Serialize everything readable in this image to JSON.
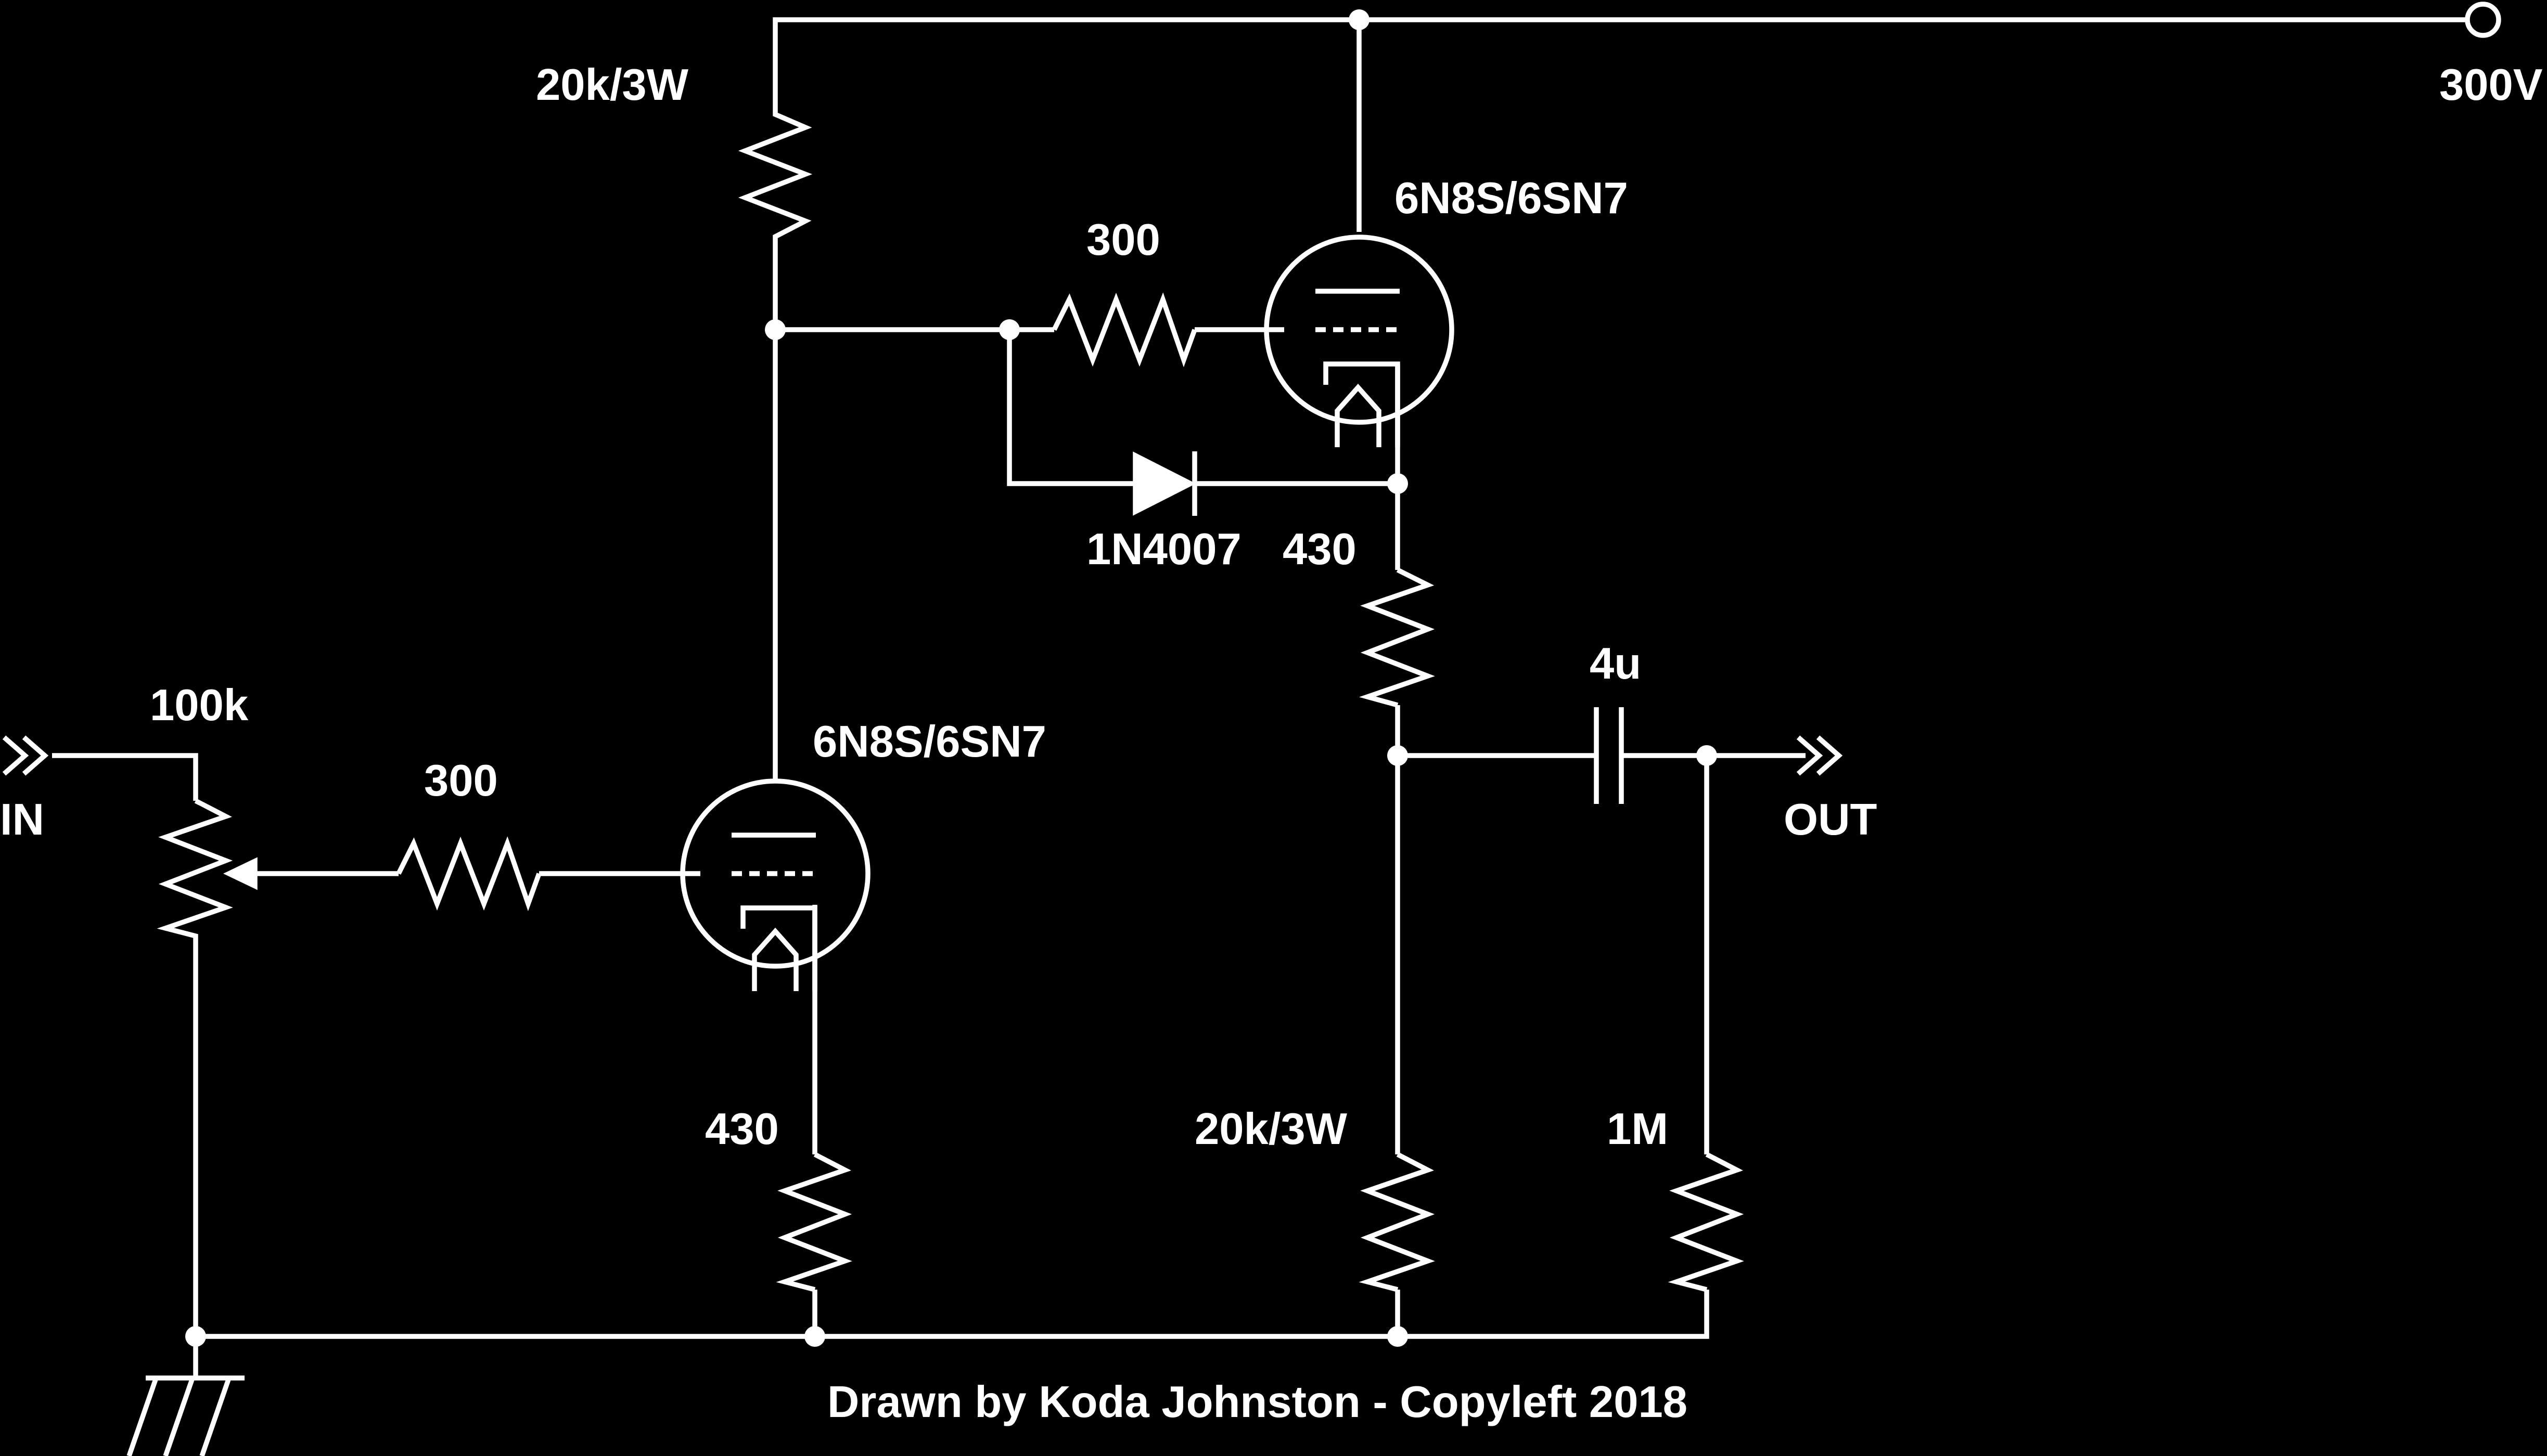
{
  "schematic": {
    "supply_label": "300V",
    "input_label": "IN",
    "output_label": "OUT",
    "credit": "Drawn by Koda Johnston - Copyleft 2018"
  },
  "components": {
    "r_plate_top": "20k/3W",
    "tube_upper": "6N8S/6SN7",
    "r_grid_upper": "300",
    "diode": "1N4007",
    "r_cathode_upper": "430",
    "cap_output": "4u",
    "pot_input": "100k",
    "r_grid_lower": "300",
    "tube_lower": "6N8S/6SN7",
    "r_cathode_lower": "430",
    "r_load_lower": "20k/3W",
    "r_output_leak": "1M"
  },
  "colors": {
    "background": "#000000",
    "ink": "#ffffff"
  }
}
